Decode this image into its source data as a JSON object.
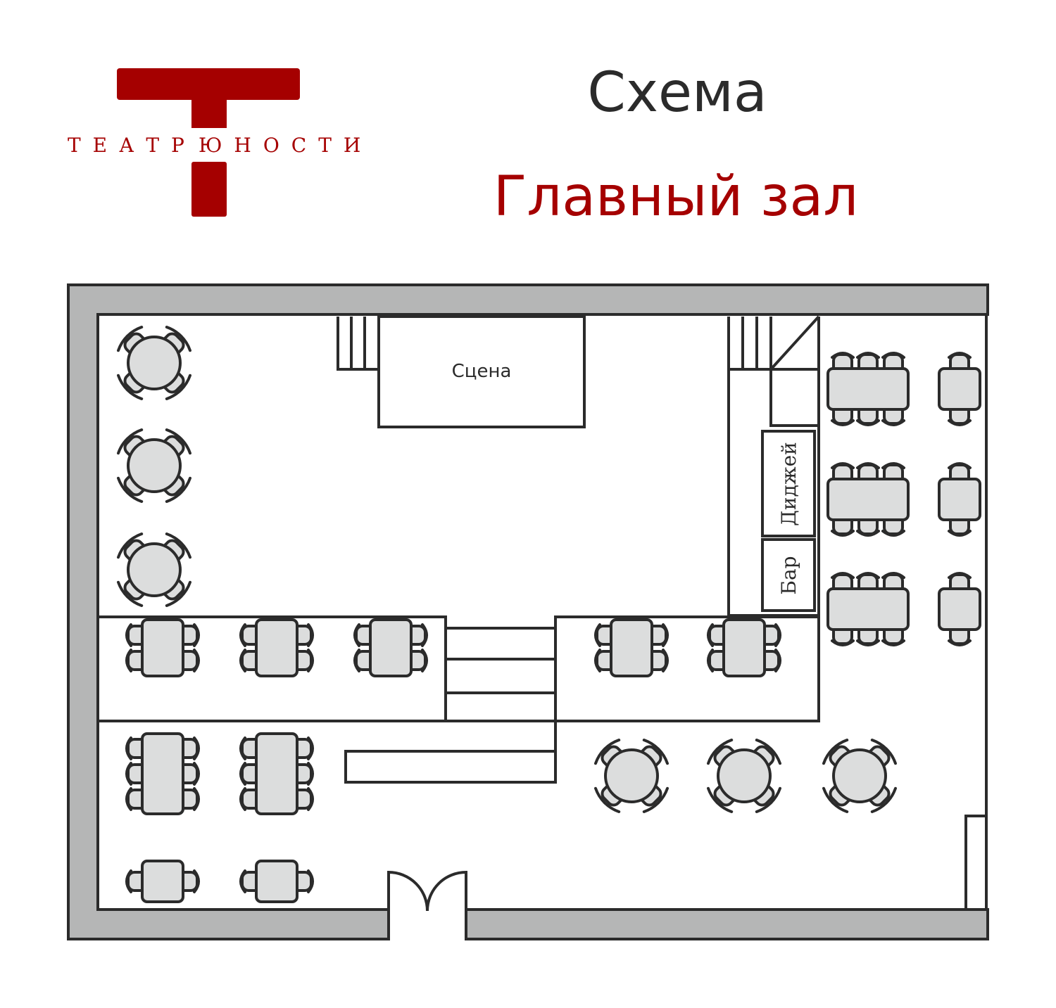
{
  "logo": {
    "name": "ТЕАТР ЮНОСТИ",
    "left": "ТЕАТР",
    "right": "ЮНОСТИ"
  },
  "header": {
    "title": "Схема",
    "subtitle": "Главный зал"
  },
  "plan": {
    "stage": "Сцена",
    "dj": "Диджей",
    "bar": "Бар"
  },
  "colors": {
    "brand": "#a50000",
    "wall": "#b5b6b6",
    "furniture": "#dcdddd",
    "line": "#2b2b2b"
  }
}
